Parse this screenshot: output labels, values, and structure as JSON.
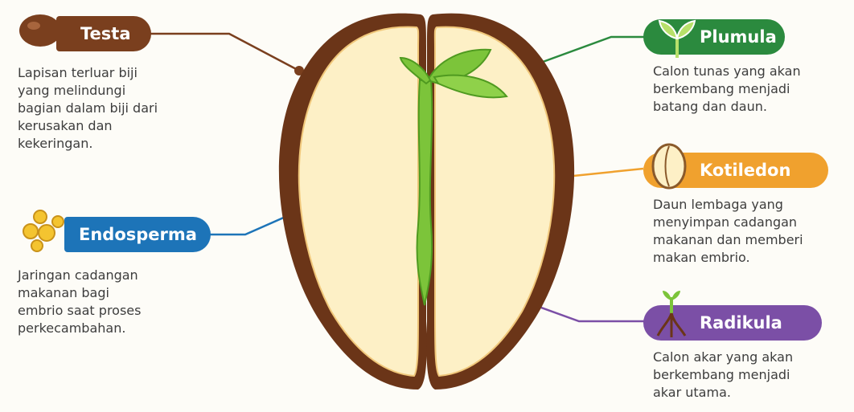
{
  "labels": {
    "testa": {
      "title": "Testa",
      "desc": "Lapisan terluar biji\nyang melindungi\nbagian dalam biji dari\nkerusakan dan\nkekeringan.",
      "color": "#7a3f1e"
    },
    "endosperma": {
      "title": "Endosperma",
      "desc": "Jaringan cadangan\nmakanan bagi\nembrio saat proses\nperkecambahan.",
      "color": "#1d74b8"
    },
    "plumula": {
      "title": "Plumula",
      "desc": "Calon tunas yang akan\nberkembang menjadi\nbatang dan daun.",
      "color": "#2b8a3e"
    },
    "kotiledon": {
      "title": "Kotiledon",
      "desc": "Daun lembaga yang\nmenyimpan cadangan\nmakanan dan memberi\nmakan embrio.",
      "color": "#f0a12e"
    },
    "radikula": {
      "title": "Radikula",
      "desc": "Calon akar yang akan\nberkembang menjadi\nakar utama.",
      "color": "#7b4fa6"
    }
  },
  "icons": [
    "seed-icon",
    "oil-droplets-icon",
    "sprout-icon",
    "cotyledon-seed-icon",
    "root-sprout-icon"
  ],
  "colors": {
    "seed_coat": "#6b3518",
    "seed_inner": "#fdf0c6",
    "embryo": "#7cc43a",
    "embryo_dark": "#4f9a20"
  }
}
